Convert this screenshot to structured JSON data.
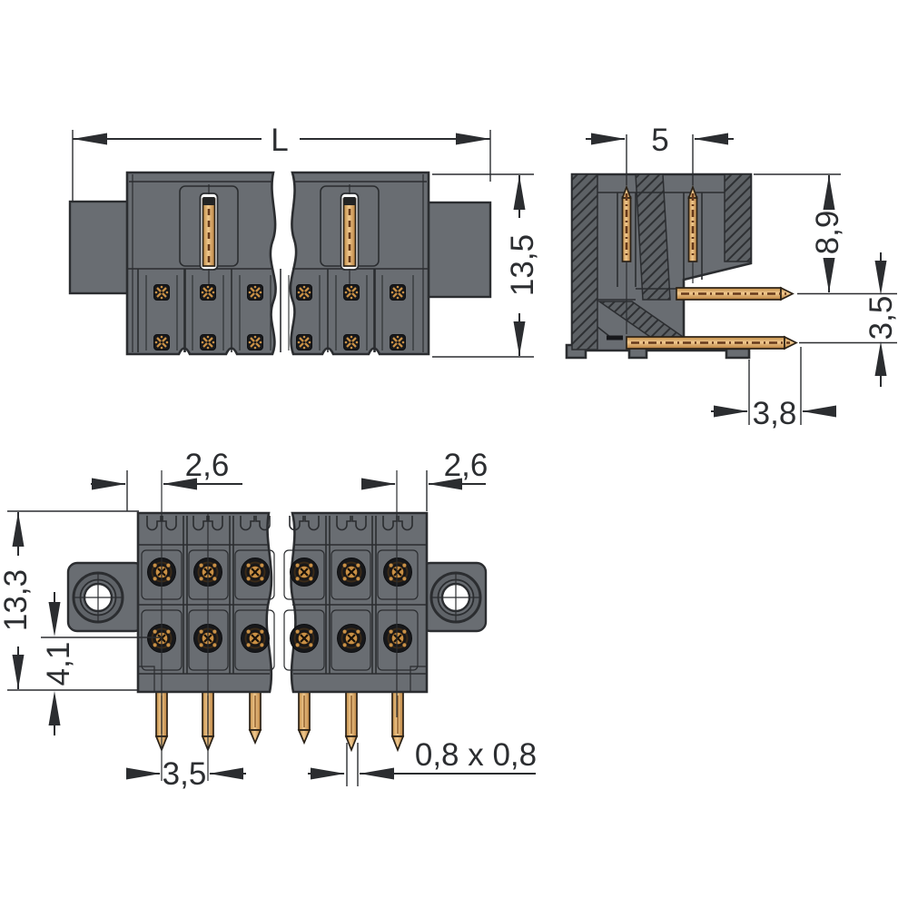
{
  "drawing": {
    "kind": "connector-dimension-drawing",
    "views": {
      "front": "front-elevation-with-break",
      "side": "cross-section-right-angle-pins",
      "bottom": "underside-pin-side"
    }
  },
  "labels": {
    "overall_length": "L",
    "overall_height": "13,5",
    "pin_spacing": "5",
    "upper_pin_length": "8,9",
    "pin_row_offset": "3,5",
    "pin_protrusion": "3,8",
    "edge_to_pin_left": "2,6",
    "edge_to_pin_right": "2,6",
    "overall_depth": "13,3",
    "row_to_edge": "4,1",
    "pin_pitch": "3,5",
    "pin_cross_section": "0,8 x 0,8"
  },
  "colors": {
    "background": "#ffffff",
    "line": "#2b2d30",
    "text": "#2c2e31",
    "plastic_gray": "#696d72",
    "plastic_dark": "#5f6368",
    "contact_dark": "#17181b",
    "contact_gold": "#c99045",
    "pin_gold_light": "#f0c98f",
    "pin_gold_dark": "#b97f3c",
    "slot_white": "#fbfbfb"
  }
}
